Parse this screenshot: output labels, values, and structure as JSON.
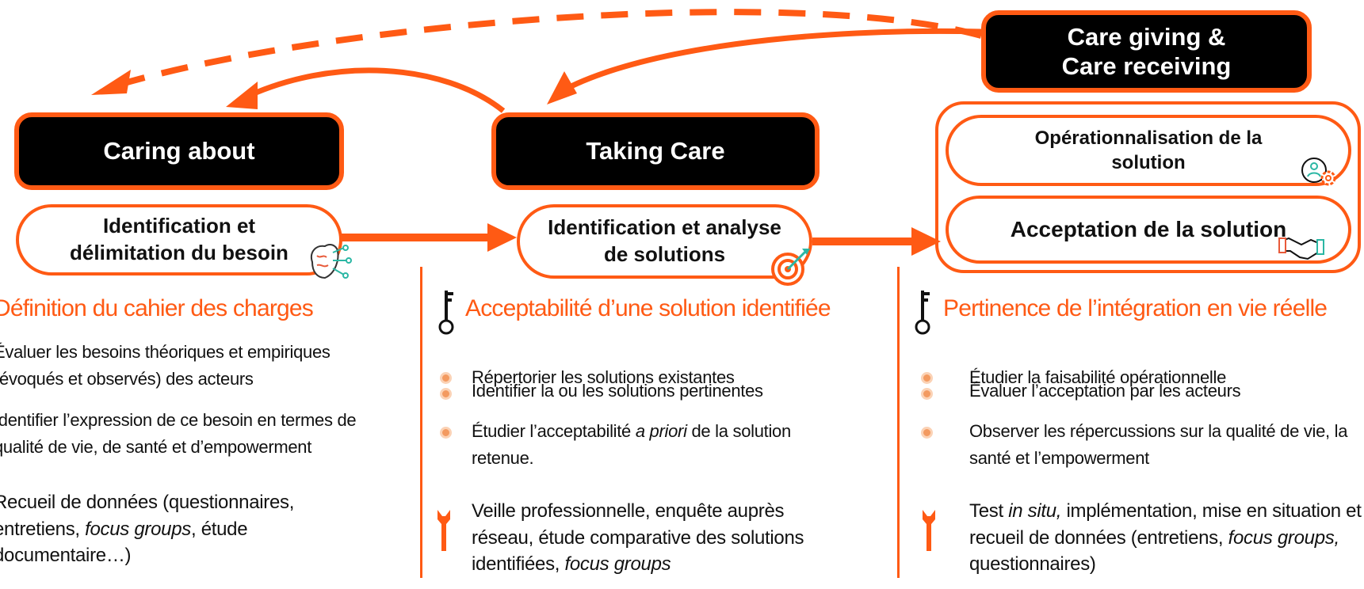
{
  "columns": [
    {
      "title": "Caring about",
      "phase": "Identification et délimitation du besoin",
      "heading": "Définition du cahier des charges",
      "items": [
        "Évaluer les besoins théoriques et empiriques (évoqués et observés) des acteurs",
        "Identifier l’expression de ce besoin en termes de qualité de vie, de santé et d’empowerment"
      ],
      "tools_pre": "Recueil de données (questionnaires, entretiens, ",
      "tools_italic": "focus groups",
      "tools_post": ", étude documentaire…)"
    },
    {
      "title": "Taking Care",
      "phase": "Identification et analyse de solutions",
      "heading": "Acceptabilité d’une solution identifiée",
      "items": [
        "Répertorier les solutions existantes",
        "Identifier la ou les solutions pertinentes"
      ],
      "item3_pre": "Étudier l’acceptabilité ",
      "item3_italic": "a priori",
      "item3_post": " de la solution retenue.",
      "tools_pre": "Veille professionnelle, enquête auprès réseau, étude comparative des solutions identifiées, ",
      "tools_italic": "focus groups"
    },
    {
      "title": "Care giving & Care receiving",
      "phase1": "Opérationnalisation de la solution",
      "phase2": "Acceptation de la solution",
      "heading": "Pertinence de l’intégration en vie réelle",
      "items": [
        "Étudier la faisabilité opérationnelle",
        "Évaluer l’acceptation par les acteurs",
        "Observer les répercussions sur la qualité de vie, la santé et l’empowerment"
      ],
      "tools_pre": "Test ",
      "tools_italic1": "in situ,",
      "tools_mid": " implémentation, mise en situation et recueil de données (entretiens, ",
      "tools_italic2": "focus groups,",
      "tools_post": " questionnaires)"
    }
  ],
  "colors": {
    "accent": "#ff5a14",
    "box": "#000000",
    "bullet": "#f39a60"
  },
  "icons": [
    "brain-network-icon",
    "target-icon",
    "key-icon",
    "wrench-icon",
    "person-gear-icon",
    "handshake-icon"
  ]
}
